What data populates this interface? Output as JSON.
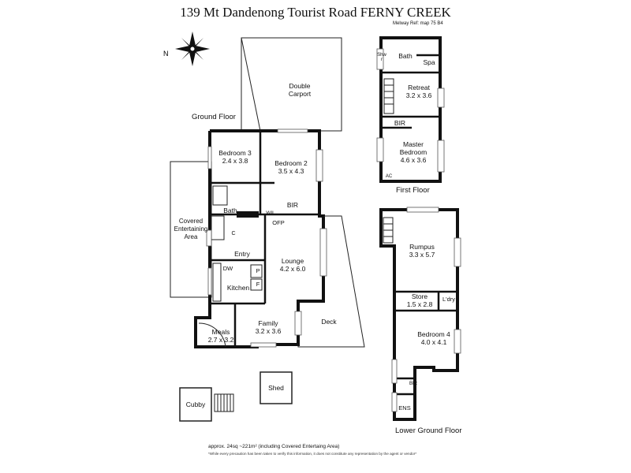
{
  "title": "139 Mt Dandenong Tourist Road FERNY CREEK",
  "melway_ref": "Melway Ref: map 75 B4",
  "compass": {
    "icon": "north-compass-icon",
    "label": "N"
  },
  "floors": {
    "ground": "Ground Floor",
    "first": "First Floor",
    "lower_ground": "Lower Ground Floor"
  },
  "rooms": {
    "carport": {
      "name": "Double\nCarport",
      "dims": ""
    },
    "bedroom3": {
      "name": "Bedroom 3",
      "dims": "2.4 x 3.8"
    },
    "bedroom2": {
      "name": "Bedroom 2",
      "dims": "3.5 x 4.3"
    },
    "bir_ground": "BIR",
    "bath_ground": "Bath",
    "wil": "WIL",
    "ofp": "OFP",
    "covered_entertaining": "Covered\nEntertaining\nArea",
    "entry": "Entry",
    "lounge": {
      "name": "Lounge",
      "dims": "4.2 x 6.0"
    },
    "kitchen": "Kitchen",
    "dw": "DW",
    "p": "P",
    "f": "F",
    "c": "C",
    "family": {
      "name": "Family",
      "dims": "3.2 x 3.6"
    },
    "meals": {
      "name": "Meals",
      "dims": "2.7 x 3.2"
    },
    "deck": "Deck",
    "shed": "Shed",
    "cubby": "Cubby",
    "shwr": "Shwr",
    "bath_first": "Bath",
    "spa": "Spa",
    "retreat": {
      "name": "Retreat",
      "dims": "3.2 x 3.6"
    },
    "bir_first": "BIR",
    "master": {
      "name": "Master\nBedroom",
      "dims": "4.6 x 3.6"
    },
    "ac": "AC",
    "rumpus": {
      "name": "Rumpus",
      "dims": "3.3 x 5.7"
    },
    "store": {
      "name": "Store",
      "dims": "1.5 x 2.8"
    },
    "laundry": "L'dry",
    "bedroom4": {
      "name": "Bedroom 4",
      "dims": "4.0 x 4.1"
    },
    "bir_lower": "BIR",
    "ens": "ENS"
  },
  "area_note": "approx. 24sq ~221m² (including Covered Entertaing Area)",
  "disclaimer": "*While every precaution has been taken to verify this information, it does not constitute any representation by the agent or vendor*"
}
